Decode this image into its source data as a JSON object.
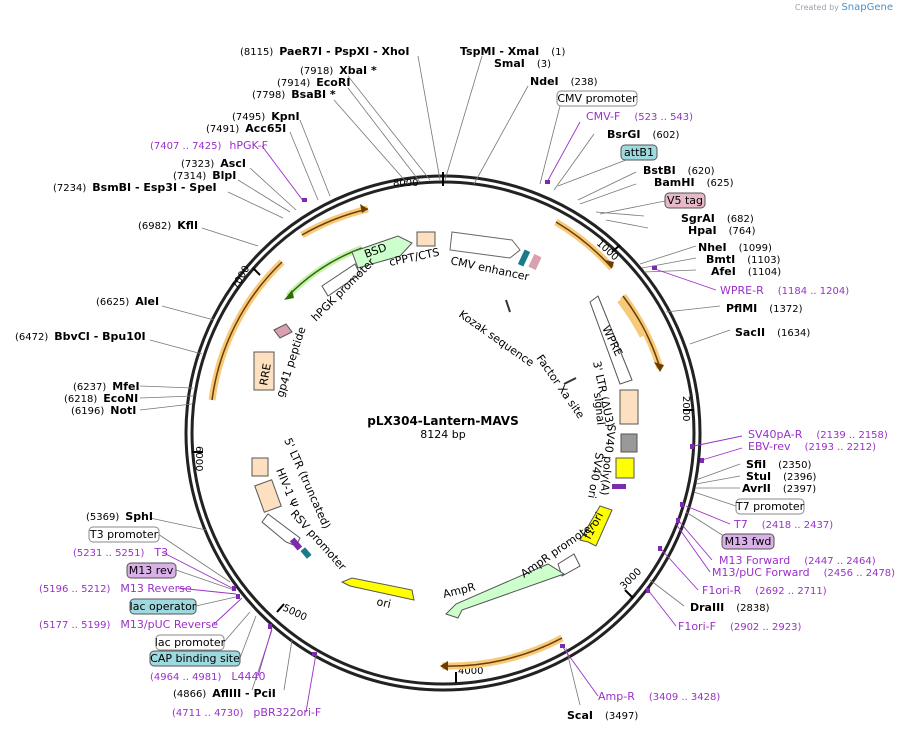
{
  "credit": {
    "prefix": "Created by",
    "brand": "SnapGene"
  },
  "plasmid": {
    "name": "pLX304-Lantern-MAVS",
    "length": 8124,
    "length_label": "8124 bp"
  },
  "ticks": [
    "1000",
    "2000",
    "3000",
    "4000",
    "5000",
    "6000",
    "7000",
    "8000"
  ],
  "colors": {
    "primer": "#9b30c9",
    "orf_yellow": "#ffff00",
    "orf_green": "#ccffcc",
    "arrow_orange": "#c87d00",
    "ring": "#222222"
  },
  "sites": [
    {
      "pos": "(8115)",
      "names": [
        {
          "n": "PaeR7I"
        },
        {
          "n": " - "
        },
        {
          "n": "PspXI"
        },
        {
          "n": " - "
        },
        {
          "n": "XhoI"
        }
      ],
      "pos_first": true
    },
    {
      "pos": "(1)",
      "names": [
        {
          "n": "TspMI"
        },
        {
          "n": " - "
        },
        {
          "n": "XmaI"
        }
      ],
      "pos_first": false
    },
    {
      "pos": "(3)",
      "names": [
        {
          "n": "SmaI"
        }
      ],
      "pos_first": false
    },
    {
      "pos": "(7918)",
      "names": [
        {
          "n": "XbaI *"
        }
      ],
      "pos_first": true
    },
    {
      "pos": "(7914)",
      "names": [
        {
          "n": "EcoRI"
        }
      ],
      "pos_first": true
    },
    {
      "pos": "(7798)",
      "names": [
        {
          "n": "BsaBI *"
        }
      ],
      "pos_first": true
    },
    {
      "pos": "(238)",
      "names": [
        {
          "n": "NdeI"
        }
      ],
      "pos_first": false
    },
    {
      "pos": "(7495)",
      "names": [
        {
          "n": "KpnI"
        }
      ],
      "pos_first": true
    },
    {
      "pos": "(7491)",
      "names": [
        {
          "n": "Acc65I"
        }
      ],
      "pos_first": true
    },
    {
      "pos": "(602)",
      "names": [
        {
          "n": "BsrGI"
        }
      ],
      "pos_first": false
    },
    {
      "pos": "(7323)",
      "names": [
        {
          "n": "AscI"
        }
      ],
      "pos_first": true
    },
    {
      "pos": "(7314)",
      "names": [
        {
          "n": "BlpI"
        }
      ],
      "pos_first": true
    },
    {
      "pos": "(620)",
      "names": [
        {
          "n": "BstBI"
        }
      ],
      "pos_first": false
    },
    {
      "pos": "(625)",
      "names": [
        {
          "n": "BamHI"
        }
      ],
      "pos_first": false
    },
    {
      "pos": "(7234)",
      "names": [
        {
          "n": "BsmBI"
        },
        {
          "n": " - "
        },
        {
          "n": "Esp3I"
        },
        {
          "n": " - "
        },
        {
          "n": "SpeI"
        }
      ],
      "pos_first": true
    },
    {
      "pos": "(682)",
      "names": [
        {
          "n": "SgrAI"
        }
      ],
      "pos_first": false
    },
    {
      "pos": "(764)",
      "names": [
        {
          "n": "HpaI"
        }
      ],
      "pos_first": false
    },
    {
      "pos": "(6982)",
      "names": [
        {
          "n": "KflI"
        }
      ],
      "pos_first": true
    },
    {
      "pos": "(1099)",
      "names": [
        {
          "n": "NheI"
        }
      ],
      "pos_first": false
    },
    {
      "pos": "(1103)",
      "names": [
        {
          "n": "BmtI"
        }
      ],
      "pos_first": false
    },
    {
      "pos": "(1104)",
      "names": [
        {
          "n": "AfeI"
        }
      ],
      "pos_first": false
    },
    {
      "pos": "(6625)",
      "names": [
        {
          "n": "AleI"
        }
      ],
      "pos_first": true
    },
    {
      "pos": "(1372)",
      "names": [
        {
          "n": "PflMI"
        }
      ],
      "pos_first": false
    },
    {
      "pos": "(6472)",
      "names": [
        {
          "n": "BbvCI"
        },
        {
          "n": " - "
        },
        {
          "n": "Bpu10I"
        }
      ],
      "pos_first": true
    },
    {
      "pos": "(1634)",
      "names": [
        {
          "n": "SacII"
        }
      ],
      "pos_first": false
    },
    {
      "pos": "(6237)",
      "names": [
        {
          "n": "MfeI"
        }
      ],
      "pos_first": true
    },
    {
      "pos": "(6218)",
      "names": [
        {
          "n": "EcoNI"
        }
      ],
      "pos_first": true
    },
    {
      "pos": "(6196)",
      "names": [
        {
          "n": "NotI"
        }
      ],
      "pos_first": true
    },
    {
      "pos": "(2350)",
      "names": [
        {
          "n": "SfiI"
        }
      ],
      "pos_first": false
    },
    {
      "pos": "(2396)",
      "names": [
        {
          "n": "StuI"
        }
      ],
      "pos_first": false
    },
    {
      "pos": "(2397)",
      "names": [
        {
          "n": "AvrII"
        }
      ],
      "pos_first": false
    },
    {
      "pos": "(5369)",
      "names": [
        {
          "n": "SphI"
        }
      ],
      "pos_first": true
    },
    {
      "pos": "(2838)",
      "names": [
        {
          "n": "DraIII"
        }
      ],
      "pos_first": false
    },
    {
      "pos": "(4866)",
      "names": [
        {
          "n": "AflIII"
        },
        {
          "n": " - "
        },
        {
          "n": "PciI"
        }
      ],
      "pos_first": true
    },
    {
      "pos": "(3497)",
      "names": [
        {
          "n": "ScaI"
        }
      ],
      "pos_first": false
    }
  ],
  "primers": [
    {
      "name": "CMV-F",
      "range": "(523 .. 543)"
    },
    {
      "name": "hPGK-F",
      "range": "(7407 .. 7425)"
    },
    {
      "name": "WPRE-R",
      "range": "(1184 .. 1204)"
    },
    {
      "name": "SV40pA-R",
      "range": "(2139 .. 2158)"
    },
    {
      "name": "EBV-rev",
      "range": "(2193 .. 2212)"
    },
    {
      "name": "T7",
      "range": "(2418 .. 2437)"
    },
    {
      "name": "M13 Forward",
      "range": "(2447 .. 2464)"
    },
    {
      "name": "M13/pUC Forward",
      "range": "(2456 .. 2478)"
    },
    {
      "name": "F1ori-R",
      "range": "(2692 .. 2711)"
    },
    {
      "name": "F1ori-F",
      "range": "(2902 .. 2923)"
    },
    {
      "name": "Amp-R",
      "range": "(3409 .. 3428)"
    },
    {
      "name": "T3",
      "range": "(5231 .. 5251)"
    },
    {
      "name": "M13 Reverse",
      "range": "(5196 .. 5212)"
    },
    {
      "name": "M13/pUC Reverse",
      "range": "(5177 .. 5199)"
    },
    {
      "name": "L4440",
      "range": "(4964 .. 4981)"
    },
    {
      "name": "pBR322ori-F",
      "range": "(4711 .. 4730)"
    }
  ],
  "boxes": [
    {
      "label": "CMV promoter",
      "style": "white"
    },
    {
      "label": "attB1",
      "style": "cyan"
    },
    {
      "label": "V5 tag",
      "style": "pink"
    },
    {
      "label": "T7 promoter",
      "style": "white"
    },
    {
      "label": "M13 fwd",
      "style": "purple"
    },
    {
      "label": "T3 promoter",
      "style": "white"
    },
    {
      "label": "M13 rev",
      "style": "purple"
    },
    {
      "label": "lac operator",
      "style": "cyan"
    },
    {
      "label": "lac promoter",
      "style": "white"
    },
    {
      "label": "CAP binding site",
      "style": "cyan"
    }
  ],
  "features": [
    "CMV enhancer",
    "cPPT/CTS",
    "BSD",
    "hPGK promoter",
    "gp41 peptide",
    "RRE",
    "Kozak sequence",
    "Factor Xa site",
    "WPRE",
    "3' LTR (ΔU3)",
    "signal",
    "SV40 poly(A)",
    "SV40 ori",
    "f1 ori",
    "AmpR promoter",
    "AmpR",
    "ori",
    "RSV promoter",
    "HIV-1 Ψ",
    "5' LTR (truncated)"
  ]
}
